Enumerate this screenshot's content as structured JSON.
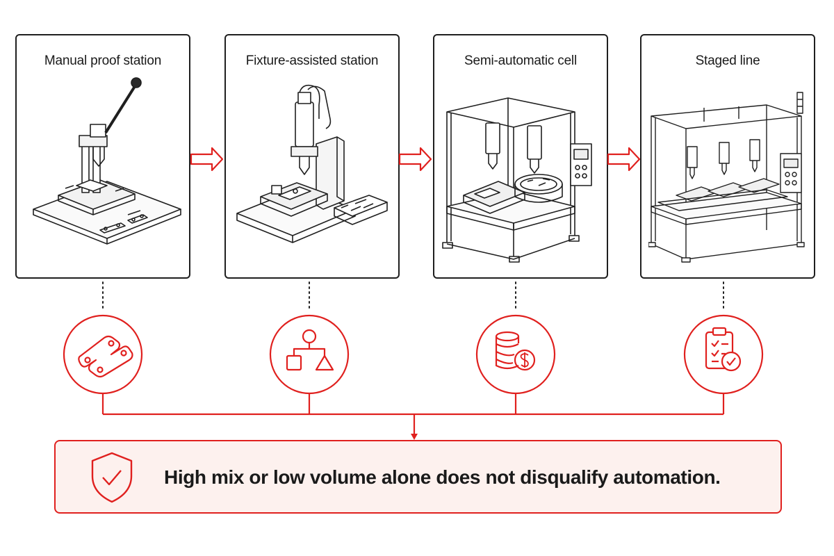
{
  "stages": [
    {
      "title": "Manual proof station",
      "icon": "bracket-part-icon"
    },
    {
      "title": "Fixture-assisted station",
      "icon": "shapes-icon"
    },
    {
      "title": "Semi-automatic cell",
      "icon": "coin-stack-dollar-icon"
    },
    {
      "title": "Staged line",
      "icon": "clipboard-check-icon"
    }
  ],
  "callout": {
    "text": "High mix or low volume alone does not disqualify automation.",
    "icon": "shield-check-icon"
  },
  "colors": {
    "accent": "#e0201e",
    "callout_bg": "#fdf1ee",
    "line_art": "#1f1f1f"
  }
}
